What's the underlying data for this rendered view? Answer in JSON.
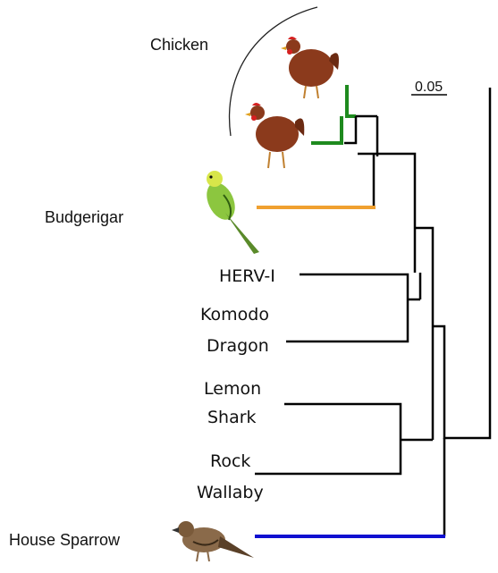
{
  "scale_bar": {
    "label": "0.05"
  },
  "taxa": {
    "chicken": "Chicken",
    "budgerigar": "Budgerigar",
    "herv": "HERV-I",
    "komodo_line1": "Komodo",
    "komodo_line2": "Dragon",
    "shark_line1": "Lemon",
    "shark_line2": "Shark",
    "wallaby_line1": "Rock",
    "wallaby_line2": "Wallaby",
    "sparrow": "House Sparrow"
  },
  "branch_colors": {
    "chicken": "#1e8a1e",
    "budgerigar": "#f0a030",
    "sparrow": "#1010d0",
    "default": "#000000"
  }
}
